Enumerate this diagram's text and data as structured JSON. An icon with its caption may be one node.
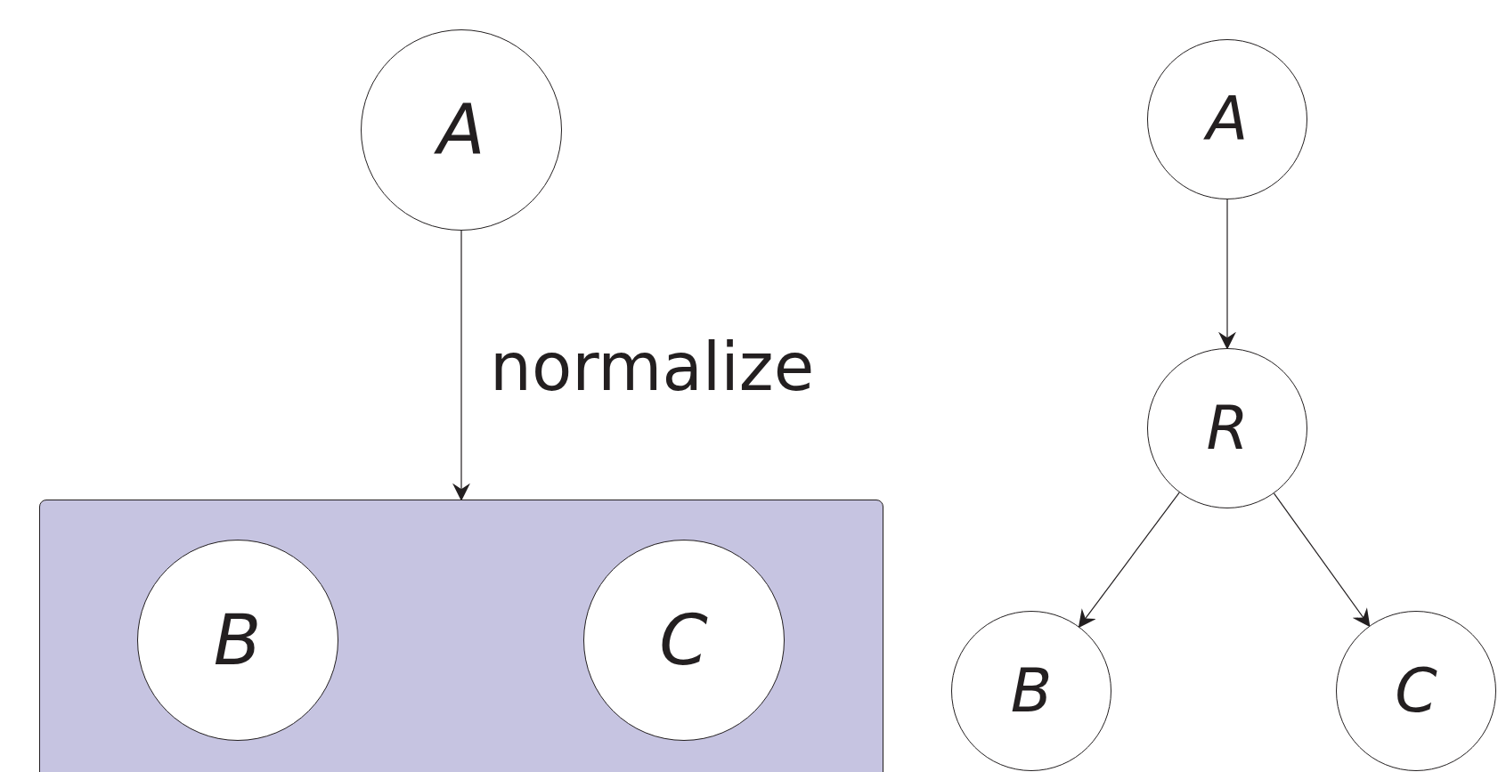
{
  "diagram": {
    "nodes": [
      {
        "text": [
          "A"
        ]
      },
      {
        "text": [],
        "shape": "box"
      },
      {
        "text": [
          "B"
        ],
        "in": 1
      },
      {
        "text": [
          "C"
        ],
        "in": 1
      },
      {
        "text": [
          "A"
        ]
      },
      {
        "text": [
          "R"
        ]
      },
      {
        "text": [
          "B"
        ]
      },
      {
        "text": [
          "C"
        ]
      }
    ],
    "edges": [
      {
        "from": 0,
        "to": 1,
        "arrow": "to",
        "label": "normalize"
      },
      {
        "from": 4,
        "to": 5,
        "arrow": "to"
      },
      {
        "from": 5,
        "to": 6,
        "arrow": "to"
      },
      {
        "from": 5,
        "to": 7,
        "arrow": "to"
      }
    ]
  }
}
